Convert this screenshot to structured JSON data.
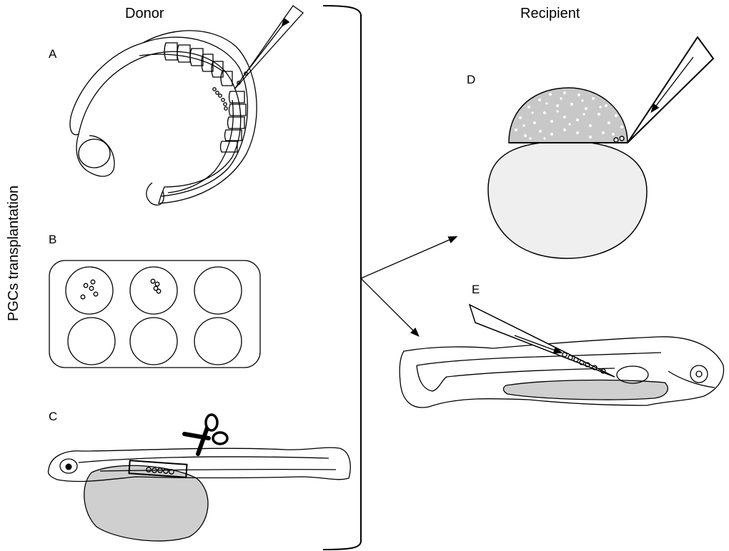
{
  "headers": {
    "donor": "Donor",
    "recipient": "Recipient"
  },
  "side_label": "PGCs transplantation",
  "panels": [
    {
      "letter": "A",
      "depicts": "curled embryo with somites, micropipette aspirating cells"
    },
    {
      "letter": "B",
      "depicts": "six-well plate with isolated cells in two wells"
    },
    {
      "letter": "C",
      "depicts": "larva with yolk sac, boxed gonad region, scissors"
    },
    {
      "letter": "D",
      "depicts": "blastula-stage embryo injected with cells via micropipette"
    },
    {
      "letter": "E",
      "depicts": "larva injected with row of cells via micropipette"
    }
  ],
  "colors": {
    "line": "#000000",
    "yolk_gray": "#cfcfcf",
    "light_fill": "#efefef",
    "blastoderm": "#c8c8c8"
  },
  "icons": [
    "micropipette",
    "scissors",
    "cells",
    "bracket",
    "arrow"
  ]
}
